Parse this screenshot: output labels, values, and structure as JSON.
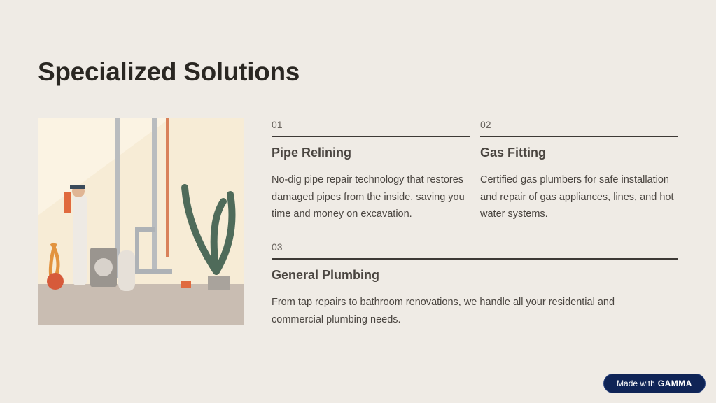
{
  "page": {
    "title": "Specialized Solutions"
  },
  "items": [
    {
      "num": "01",
      "title": "Pipe Relining",
      "desc": "No-dig pipe repair technology that restores damaged pipes from the inside, saving you time and money on excavation."
    },
    {
      "num": "02",
      "title": "Gas Fitting",
      "desc": "Certified gas plumbers for safe installation and repair of gas appliances, lines, and hot water systems."
    },
    {
      "num": "03",
      "title": "General Plumbing",
      "desc": "From tap repairs to bathroom renovations, we handle all your residential and commercial plumbing needs."
    }
  ],
  "badge": {
    "prefix": "Made with",
    "brand": "GAMMA"
  }
}
